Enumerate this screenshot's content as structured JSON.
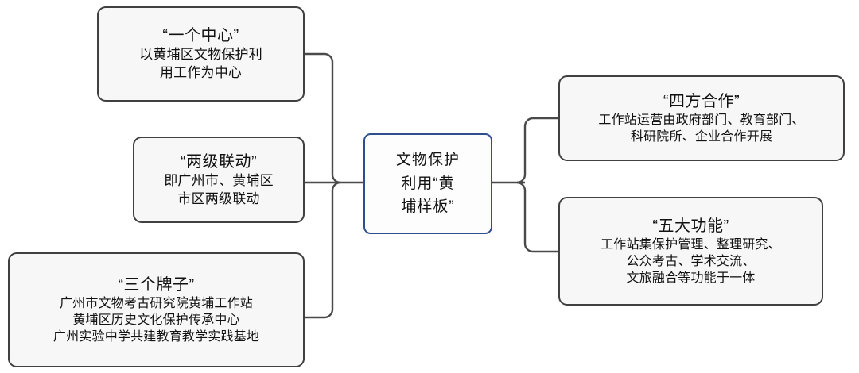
{
  "diagram": {
    "type": "mind-map",
    "center": {
      "id": "center",
      "name": "文物保护利用黄埔样板",
      "title_lines": [
        "文物保护",
        "利用“黄",
        "埔样板”"
      ],
      "border_color": "#2E4E8F"
    },
    "left_branches": [
      {
        "id": "one-center",
        "title": "“一个中心”",
        "lines": [
          "以黄埔区文物保护利",
          "用工作为中心"
        ]
      },
      {
        "id": "two-level",
        "title": "“两级联动”",
        "lines": [
          "即广州市、黄埔区",
          "市区两级联动"
        ]
      },
      {
        "id": "three-plaque",
        "title": "“三个牌子”",
        "lines": [
          "广州市文物考古研究院黄埔工作站",
          "黄埔区历史文化保护传承中心",
          "广州实验中学共建教育教学实践基地"
        ]
      }
    ],
    "right_branches": [
      {
        "id": "four-coop",
        "title": "“四方合作”",
        "lines": [
          "工作站运营由政府部门、教育部门、",
          "科研院所、企业合作开展"
        ]
      },
      {
        "id": "five-func",
        "title": "“五大功能”",
        "lines": [
          "工作站集保护管理、整理研究、",
          "公众考古、学术交流、",
          "文旅融合等功能于一体"
        ]
      }
    ],
    "style": {
      "node_border_color": "#404040",
      "node_fill_color": "#F7F7F7",
      "connector_color": "#4A4A4A",
      "background_color": "#FFFFFF"
    }
  }
}
